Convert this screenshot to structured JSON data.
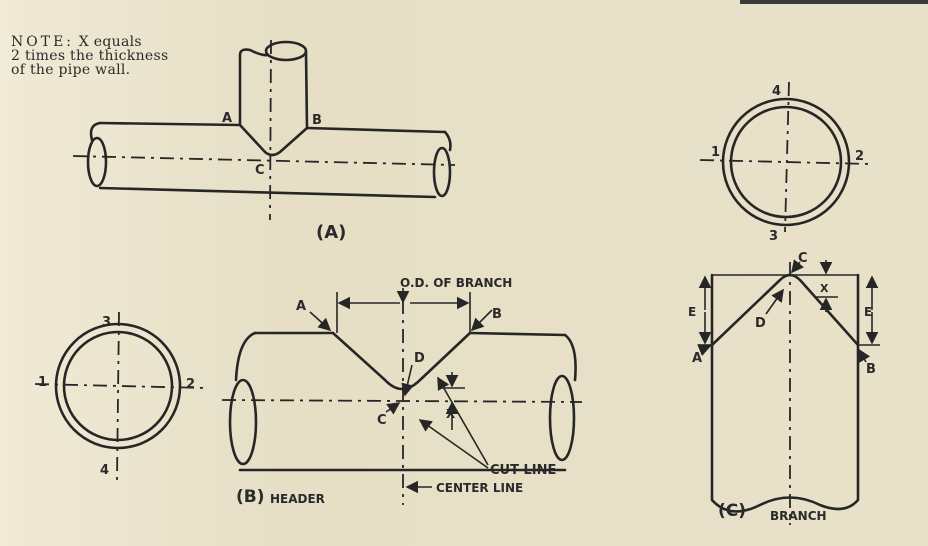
{
  "note": {
    "line1_prefix": "NOTE:",
    "line1_rest": "X equals",
    "line2": "2 times the thickness",
    "line3": "of the pipe wall."
  },
  "figure_a": {
    "label": "(A)",
    "point_a": "A",
    "point_b": "B",
    "point_c": "C"
  },
  "circle_right": {
    "p1": "1",
    "p2": "2",
    "p3": "3",
    "p4": "4"
  },
  "circle_left": {
    "p1": "1",
    "p2": "2",
    "p3": "3",
    "p4": "4"
  },
  "figure_b": {
    "label": "(B)",
    "caption": "HEADER",
    "od_label": "O.D. OF BRANCH",
    "point_a": "A",
    "point_b": "B",
    "point_c": "C",
    "point_d": "D",
    "x_label": "X",
    "cut_line": "CUT LINE",
    "center_line": "CENTER LINE"
  },
  "figure_c": {
    "label": "(C)",
    "caption": "BRANCH",
    "point_a": "A",
    "point_b": "B",
    "point_c": "C",
    "point_d": "D",
    "x_label": "X",
    "e_left": "E",
    "e_right": "E"
  }
}
